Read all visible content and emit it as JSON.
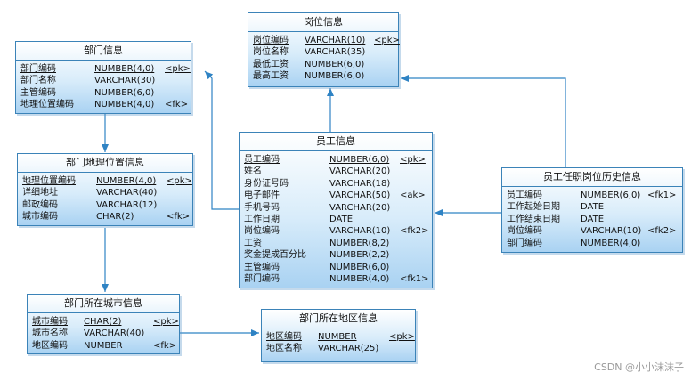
{
  "entities": [
    {
      "id": "gangwei",
      "title": "岗位信息",
      "rows": [
        {
          "name": "岗位编码",
          "type": "VARCHAR(10)",
          "key": "<pk>",
          "pk": true
        },
        {
          "name": "岗位名称",
          "type": "VARCHAR(35)",
          "key": ""
        },
        {
          "name": "最低工资",
          "type": "NUMBER(6,0)",
          "key": ""
        },
        {
          "name": "最高工资",
          "type": "NUMBER(6,0)",
          "key": ""
        }
      ]
    },
    {
      "id": "bumen",
      "title": "部门信息",
      "rows": [
        {
          "name": "部门编码",
          "type": "NUMBER(4,0)",
          "key": "<pk>",
          "pk": true
        },
        {
          "name": "部门名称",
          "type": "VARCHAR(30)",
          "key": ""
        },
        {
          "name": "主管编码",
          "type": "NUMBER(6,0)",
          "key": ""
        },
        {
          "name": "地理位置编码",
          "type": "NUMBER(4,0)",
          "key": "<fk>"
        }
      ]
    },
    {
      "id": "dili",
      "title": "部门地理位置信息",
      "rows": [
        {
          "name": "地理位置编码",
          "type": "NUMBER(4,0)",
          "key": "<pk>",
          "pk": true
        },
        {
          "name": "详细地址",
          "type": "VARCHAR(40)",
          "key": ""
        },
        {
          "name": "邮政编码",
          "type": "VARCHAR(12)",
          "key": ""
        },
        {
          "name": "城市编码",
          "type": "CHAR(2)",
          "key": "<fk>"
        }
      ]
    },
    {
      "id": "yuangong",
      "title": "员工信息",
      "rows": [
        {
          "name": "员工编码",
          "type": "NUMBER(6,0)",
          "key": "<pk>",
          "pk": true
        },
        {
          "name": "姓名",
          "type": "VARCHAR(20)",
          "key": ""
        },
        {
          "name": "身份证号码",
          "type": "VARCHAR(18)",
          "key": ""
        },
        {
          "name": "电子邮件",
          "type": "VARCHAR(50)",
          "key": "<ak>"
        },
        {
          "name": "手机号码",
          "type": "VARCHAR(20)",
          "key": ""
        },
        {
          "name": "工作日期",
          "type": "DATE",
          "key": ""
        },
        {
          "name": "岗位编码",
          "type": "VARCHAR(10)",
          "key": "<fk2>"
        },
        {
          "name": "工资",
          "type": "NUMBER(8,2)",
          "key": ""
        },
        {
          "name": "奖金提成百分比",
          "type": "NUMBER(2,2)",
          "key": ""
        },
        {
          "name": "主管编码",
          "type": "NUMBER(6,0)",
          "key": ""
        },
        {
          "name": "部门编码",
          "type": "NUMBER(4,0)",
          "key": "<fk1>"
        }
      ]
    },
    {
      "id": "lishi",
      "title": "员工任职岗位历史信息",
      "rows": [
        {
          "name": "员工编码",
          "type": "NUMBER(6,0)",
          "key": "<fk1>"
        },
        {
          "name": "工作起始日期",
          "type": "DATE",
          "key": ""
        },
        {
          "name": "工作结束日期",
          "type": "DATE",
          "key": ""
        },
        {
          "name": "岗位编码",
          "type": "VARCHAR(10)",
          "key": "<fk2>"
        },
        {
          "name": "部门编码",
          "type": "NUMBER(4,0)",
          "key": ""
        }
      ]
    },
    {
      "id": "chengshi",
      "title": "部门所在城市信息",
      "rows": [
        {
          "name": "城市编码",
          "type": "CHAR(2)",
          "key": "<pk>",
          "pk": true
        },
        {
          "name": "城市名称",
          "type": "VARCHAR(40)",
          "key": ""
        },
        {
          "name": "地区编码",
          "type": "NUMBER",
          "key": "<fk>"
        }
      ]
    },
    {
      "id": "diqu",
      "title": "部门所在地区信息",
      "rows": [
        {
          "name": "地区编码",
          "type": "NUMBER",
          "key": "<pk>",
          "pk": true
        },
        {
          "name": "地区名称",
          "type": "VARCHAR(25)",
          "key": ""
        }
      ]
    }
  ],
  "watermark": "CSDN @小小沫沫子",
  "colors": {
    "line": "#2f83c4",
    "border": "#3b83b8"
  }
}
